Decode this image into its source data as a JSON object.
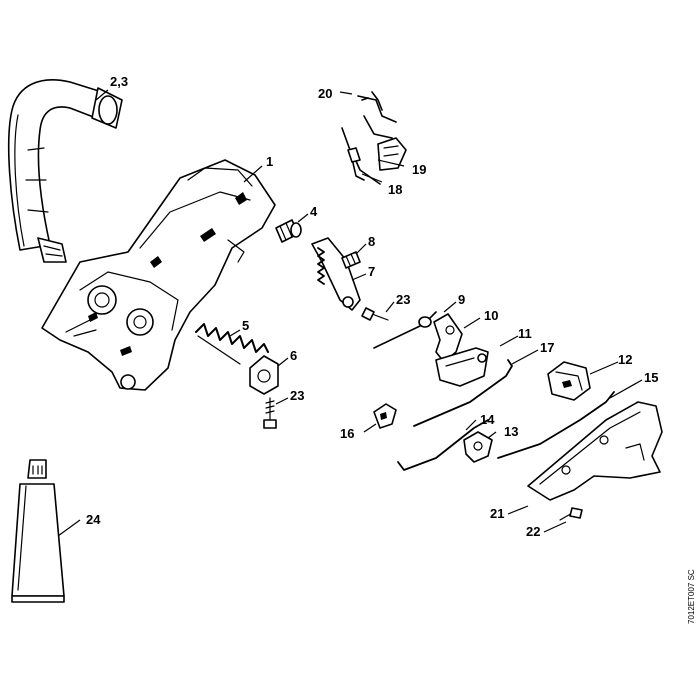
{
  "drawing_code": "7012ET007 SC",
  "callouts": {
    "c1": "1",
    "c2_3": "2,3",
    "c4": "4",
    "c5": "5",
    "c6": "6",
    "c7": "7",
    "c8": "8",
    "c9": "9",
    "c10": "10",
    "c11": "11",
    "c12": "12",
    "c13": "13",
    "c14": "14",
    "c15": "15",
    "c16": "16",
    "c17": "17",
    "c18": "18",
    "c19": "19",
    "c20": "20",
    "c21": "21",
    "c22": "22",
    "c23a": "23",
    "c23b": "23",
    "c24": "24"
  },
  "colors": {
    "line": "#000000",
    "background": "#ffffff"
  }
}
